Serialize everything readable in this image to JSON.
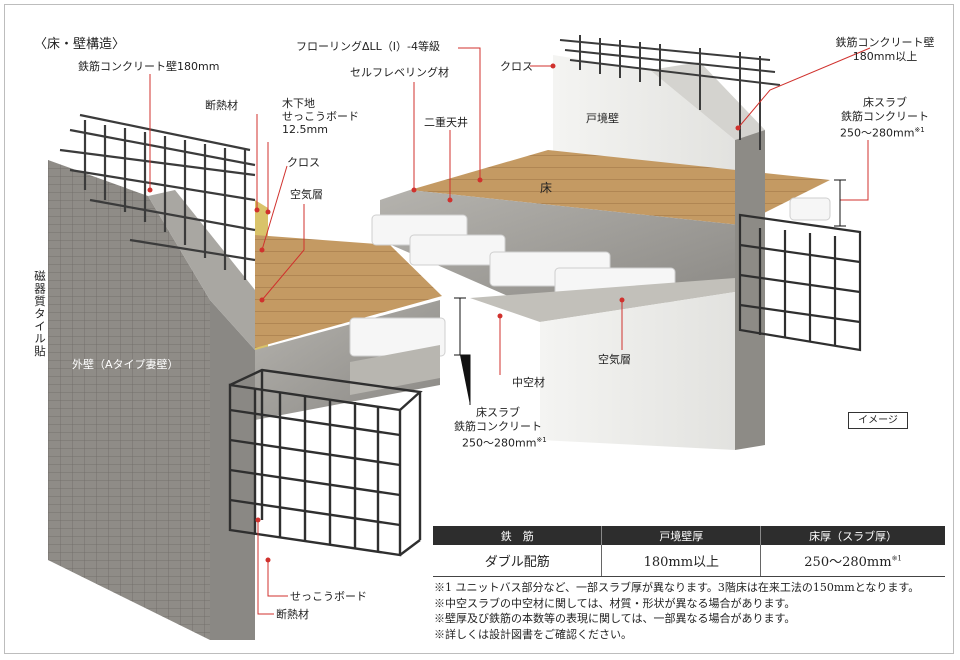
{
  "title": "〈床・壁構造〉",
  "labels": {
    "rc_wall_180": "鉄筋コンクリート壁180mm",
    "insulation_top": "断熱材",
    "wood_base_1": "木下地",
    "wood_base_2": "せっこうボード",
    "wood_base_3": "12.5mm",
    "cloth_left": "クロス",
    "air_layer_left": "空気層",
    "flooring": "フローリングΔLL（Ⅰ）-4等級",
    "self_leveling": "セルフレベリング材",
    "double_ceiling": "二重天井",
    "cloth_right": "クロス",
    "party_wall": "戸境壁",
    "floor": "床",
    "rc_wall_180_up_1": "鉄筋コンクリート壁",
    "rc_wall_180_up_2": "180mm以上",
    "slab_right_1": "床スラブ",
    "slab_right_2": "鉄筋コンクリート",
    "slab_right_3": "250～280mm",
    "slab_right_note": "※1",
    "tile": "磁器質タイル貼",
    "outer_wall": "外壁（Aタイプ妻壁）",
    "hollow": "中空材",
    "air_layer_bottom": "空気層",
    "slab_bottom_1": "床スラブ",
    "slab_bottom_2": "鉄筋コンクリート",
    "slab_bottom_3": "250～280mm",
    "slab_bottom_note": "※1",
    "gypsum_bottom": "せっこうボード",
    "insulation_bottom": "断熱材",
    "image_tag": "イメージ"
  },
  "table": {
    "headers": [
      "鉄　筋",
      "戸境壁厚",
      "床厚（スラブ厚）"
    ],
    "row": [
      "ダブル配筋",
      "180mm以上",
      "250～280mm"
    ],
    "row_note": "※1"
  },
  "notes": [
    "※1 ユニットバス部分など、一部スラブ厚が異なります。3階床は在来工法の150mmとなります。",
    "※中空スラブの中空材に関しては、材質・形状が異なる場合があります。",
    "※壁厚及び鉄筋の本数等の表現に関しては、一部異なる場合があります。",
    "※詳しくは設計図書をご確認ください。"
  ],
  "colors": {
    "leader_red": "#d0312d",
    "tile": "#8f8c87",
    "concrete": "#a9a7a2",
    "wood": "#c49a63",
    "insulation": "#d9c36a",
    "rebar": "#3b3b3b",
    "table_header": "#2d2d2d"
  }
}
